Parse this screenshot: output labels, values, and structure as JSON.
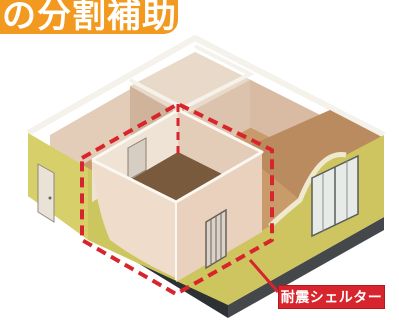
{
  "banner": {
    "text": "の分割補助"
  },
  "callout": {
    "label": "耐震シェルター"
  },
  "colors": {
    "banner": "#f29a1f",
    "label_bg": "#d8242c",
    "dashed_outline": "#d8242c",
    "exterior_wall": "#d6cf6a",
    "floor_base": "#3a3d3f",
    "interior_wall": "#ead6c2",
    "floor_wood": "#b98b5e"
  },
  "icons": [
    "dashed-outline",
    "callout-leader-line"
  ]
}
